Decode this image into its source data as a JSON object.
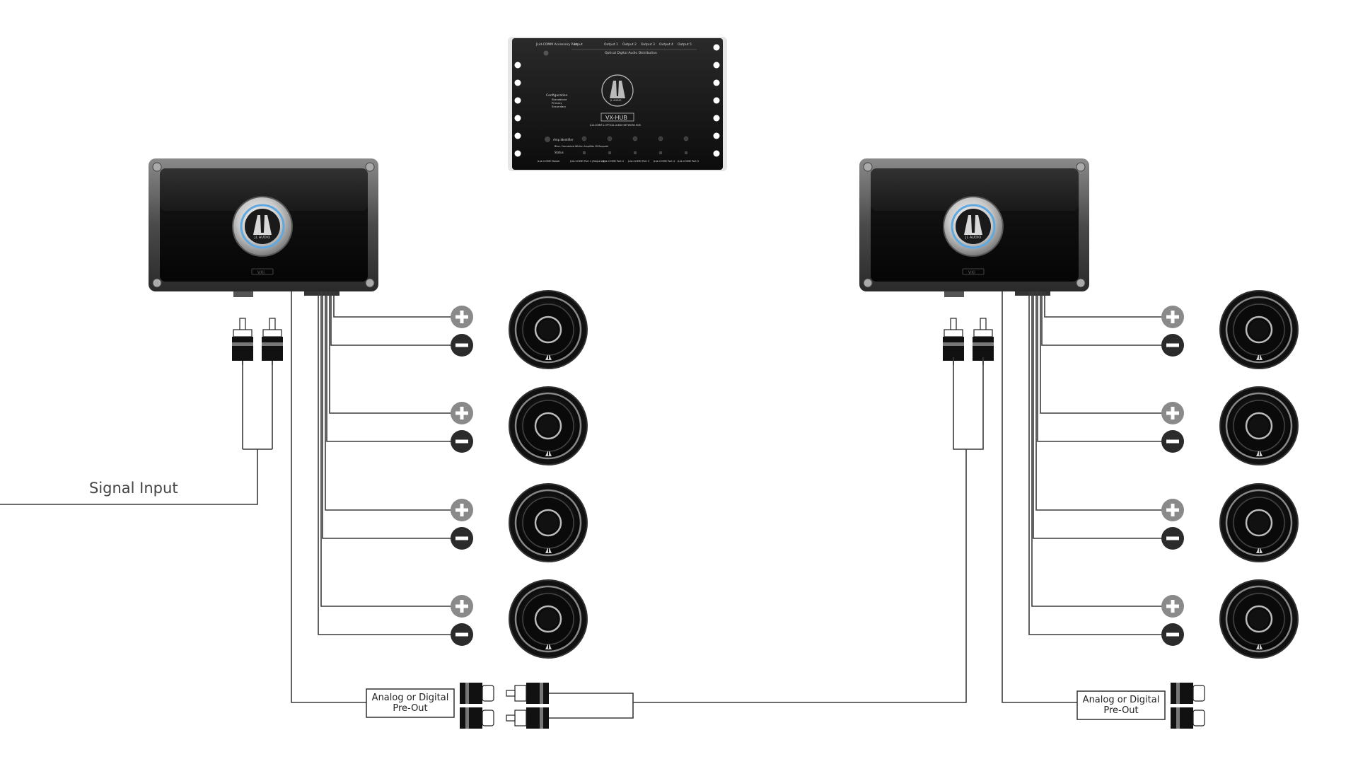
{
  "diagram": {
    "signal_input_label": "Signal Input",
    "preout_label_line1": "Analog or Digital",
    "preout_label_line2": "Pre-Out",
    "amplifier": {
      "logo_text": "JL AUDIO",
      "model_text": "VXi"
    },
    "speaker": {
      "logo_text": "JL"
    },
    "hub": {
      "accessory_port": "JLid-COMM Accessory Port",
      "input_label": "Input",
      "output_labels": [
        "Output 1",
        "Output 2",
        "Output 3",
        "Output 4",
        "Output 5"
      ],
      "distribution_title": "Optical Digital Audio Distribution",
      "configuration_title": "Configuration",
      "configuration_options": [
        "Standalone",
        "Primary",
        "Secondary"
      ],
      "logo_text": "JL AUDIO",
      "model": "VX-HUB",
      "subtitle": "JLid-COMM & OPTICAL AUDIO NETWORK HUB",
      "amp_identifier": "Amp Identifier",
      "led_legend": "Blue: Connected   White: Amplifier ID Request",
      "status_label": "Status",
      "port_labels": [
        "JLid-COMM Master",
        "JLid-COMM Port 1 (Required)",
        "JLid-COMM Port 2",
        "JLid-COMM Port 3",
        "JLid-COMM Port 4",
        "JLid-COMM Port 5"
      ]
    }
  },
  "colors": {
    "wire": "#3a3a3a",
    "amp_body": "#111111",
    "amp_frame": "#6a6a6a",
    "plus_terminal": "#8a8a8a",
    "minus_terminal": "#2b2b2b",
    "led_ring": "#5fa8e0"
  }
}
